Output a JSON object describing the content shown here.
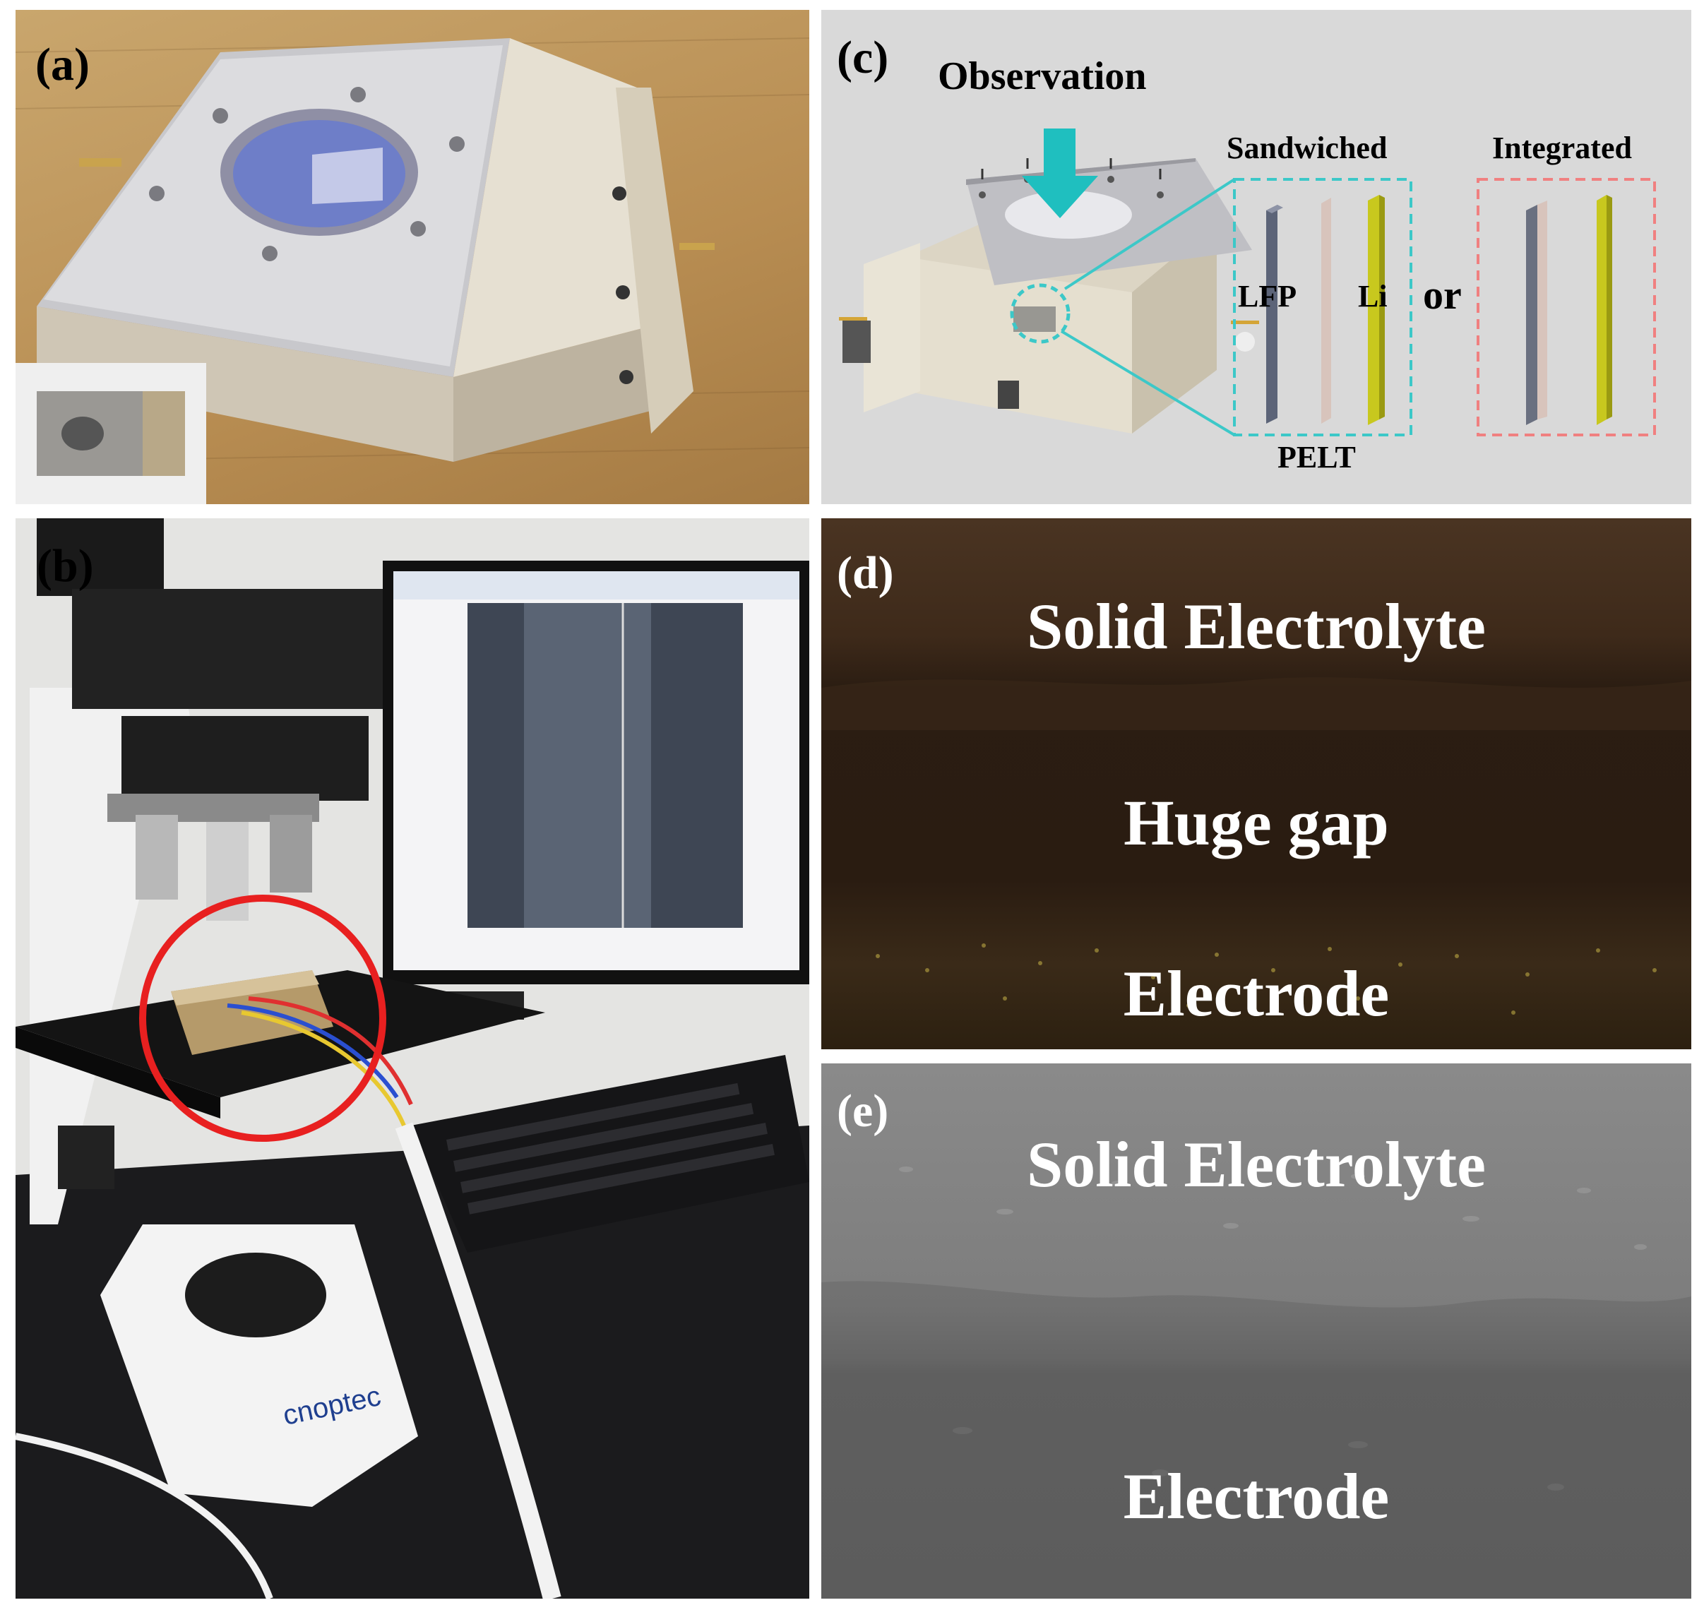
{
  "panels": {
    "a": {
      "label": "(a)"
    },
    "b": {
      "label": "(b)",
      "brand": "cnoptec"
    },
    "c": {
      "label": "(c)",
      "observation": "Observation",
      "sandwiched": "Sandwiched",
      "integrated": "Integrated",
      "lfp": "LFP",
      "li": "Li",
      "or": "or",
      "pelt": "PELT"
    },
    "d": {
      "label": "(d)",
      "top": "Solid Electrolyte",
      "middle": "Huge gap",
      "bottom": "Electrode"
    },
    "e": {
      "label": "(e)",
      "top": "Solid Electrolyte",
      "bottom": "Electrode"
    }
  },
  "colors": {
    "arrow": "#1fbfbf",
    "sandwiched_box": "#3cc8c8",
    "integrated_box": "#f08080",
    "lfp_slab": "#5c6478",
    "pelt_slab": "#d8c4bc",
    "li_slab": "#c8c81e",
    "highlight_circle": "#e82020"
  }
}
